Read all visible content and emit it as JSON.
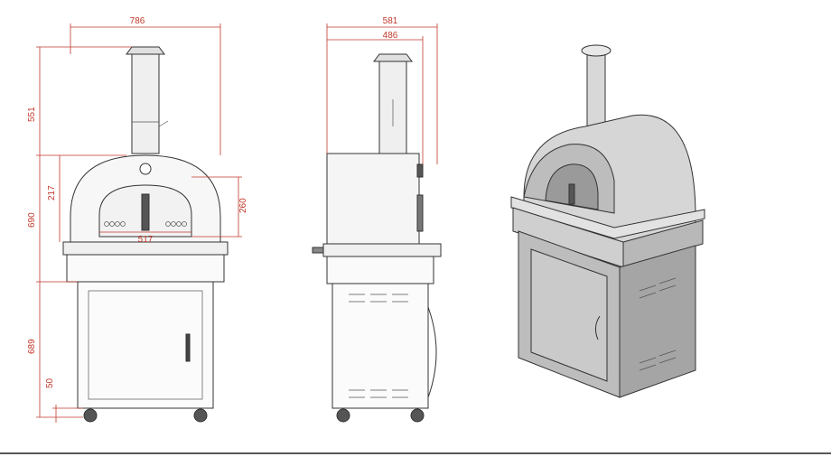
{
  "diagram": {
    "front_view": {
      "width_label": "786",
      "chimney_height_label": "551",
      "dome_height_label": "217",
      "oven_height_label": "690",
      "opening_height_label": "260",
      "opening_width_label": "517",
      "cart_height_label": "689",
      "wheel_height_label": "50"
    },
    "side_view": {
      "overall_depth_label": "581",
      "body_depth_label": "486"
    },
    "colors": {
      "dimension": "#c0392b",
      "line": "#333333",
      "steel_light": "#d8d8d8",
      "steel_mid": "#b5b5b5",
      "steel_dark": "#8f8f8f"
    }
  }
}
